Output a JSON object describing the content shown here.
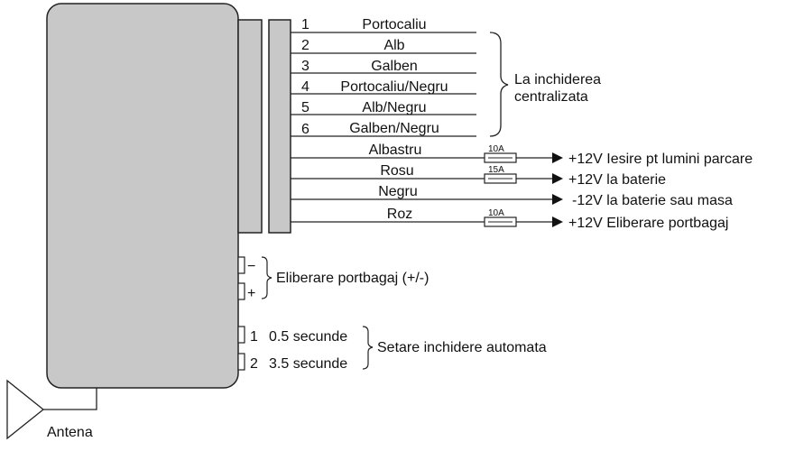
{
  "wires": [
    {
      "num": "1",
      "color": "Portocaliu"
    },
    {
      "num": "2",
      "color": "Alb"
    },
    {
      "num": "3",
      "color": "Galben"
    },
    {
      "num": "4",
      "color": "Portocaliu/Negru"
    },
    {
      "num": "5",
      "color": "Alb/Negru"
    },
    {
      "num": "6",
      "color": "Galben/Negru"
    }
  ],
  "central_lock": {
    "line1": "La inchiderea",
    "line2": "centralizata"
  },
  "power": [
    {
      "color": "Albastru",
      "fuse": "10A",
      "dest": "+12V Iesire pt lumini parcare"
    },
    {
      "color": "Rosu",
      "fuse": "15A",
      "dest": "+12V la baterie"
    },
    {
      "color": "Negru",
      "fuse": "",
      "dest": "-12V la baterie sau masa"
    },
    {
      "color": "Roz",
      "fuse": "10A",
      "dest": "+12V Eliberare portbagaj"
    }
  ],
  "trunk": {
    "minus": "−",
    "plus": "+",
    "label": "Eliberare portbagaj (+/-)"
  },
  "timer": {
    "options": [
      {
        "num": "1",
        "value": "0.5 secunde"
      },
      {
        "num": "2",
        "value": "3.5 secunde"
      }
    ],
    "label": "Setare inchidere automata"
  },
  "antenna": {
    "label": "Antena"
  }
}
